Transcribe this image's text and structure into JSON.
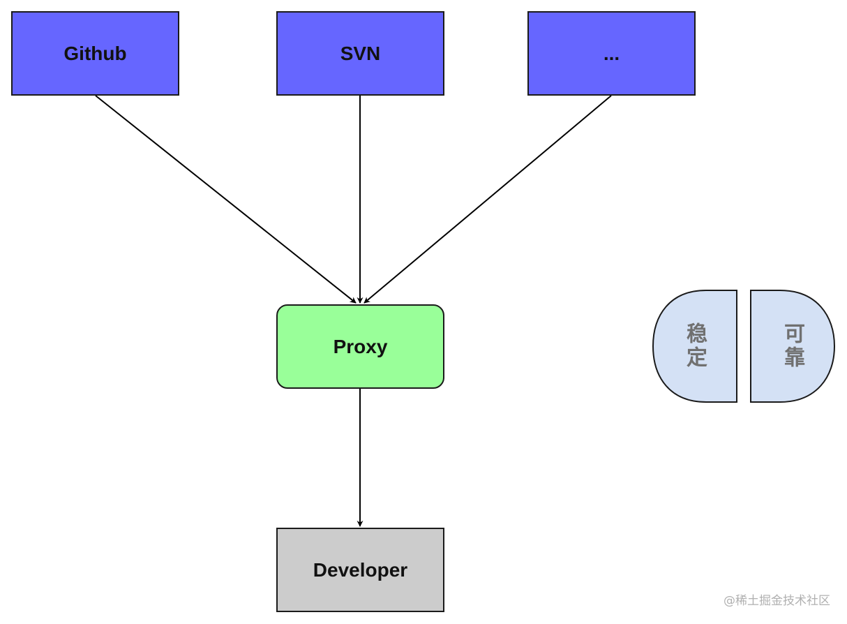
{
  "nodes": {
    "github": "Github",
    "svn": "SVN",
    "more": "...",
    "proxy": "Proxy",
    "developer": "Developer"
  },
  "badge": {
    "left_label": "稳定",
    "right_label": "可靠"
  },
  "watermark": "@稀土掘金技术社区",
  "colors": {
    "source_fill": "#6666ff",
    "proxy_fill": "#99ff99",
    "developer_fill": "#cccccc",
    "badge_fill": "#d4e1f5",
    "stroke": "#1a1a1a"
  }
}
